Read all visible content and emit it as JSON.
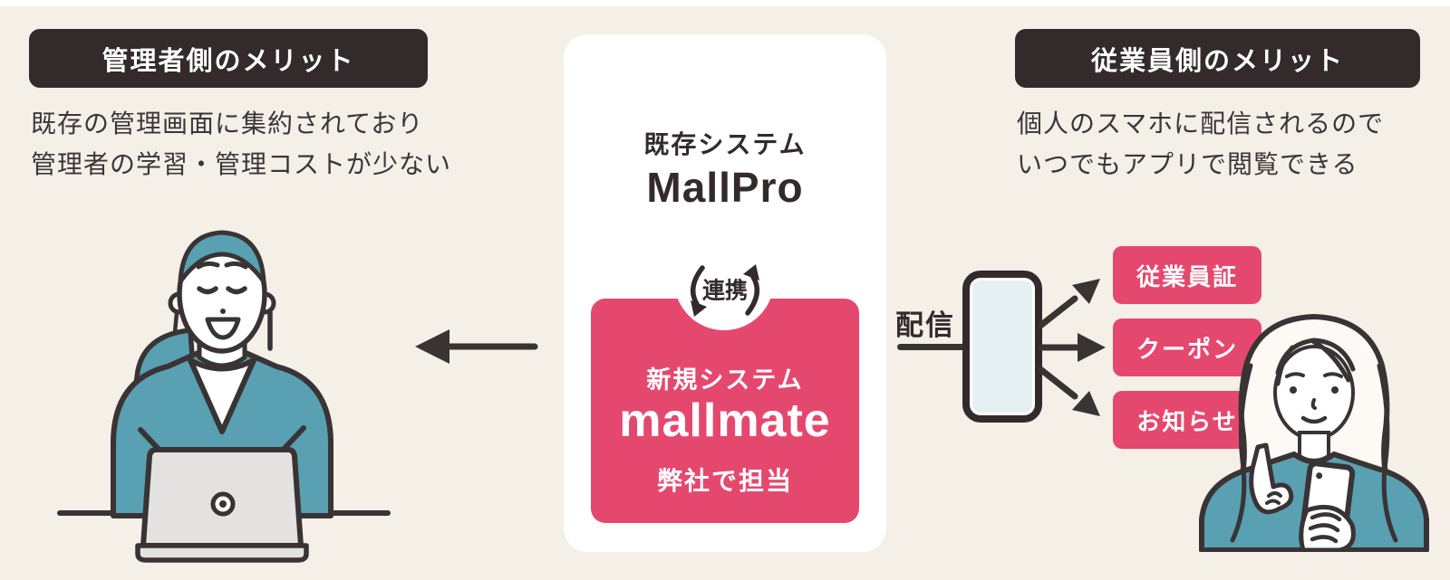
{
  "colors": {
    "background": "#f4efe7",
    "dark": "#332a2c",
    "outline": "#3a3334",
    "pink": "#e5486e",
    "teal": "#58a0b2",
    "card_white": "#ffffff",
    "phone_screen": "#e6eff1"
  },
  "admin": {
    "heading": "管理者側のメリット",
    "line1": "既存の管理画面に集約されており",
    "line2": "管理者の学習・管理コストが少ない"
  },
  "system": {
    "existing_label": "既存システム",
    "existing_name": "MallPro",
    "link_label": "連携",
    "new_label": "新規システム",
    "new_name": "mallmate",
    "new_owner": "弊社で担当"
  },
  "delivery": {
    "label": "配信",
    "items": [
      {
        "label": "従業員証"
      },
      {
        "label": "クーポン"
      },
      {
        "label": "お知らせ"
      }
    ]
  },
  "employee": {
    "heading": "従業員側のメリット",
    "line1": "個人のスマホに配信されるので",
    "line2": "いつでもアプリで閲覧できる"
  }
}
